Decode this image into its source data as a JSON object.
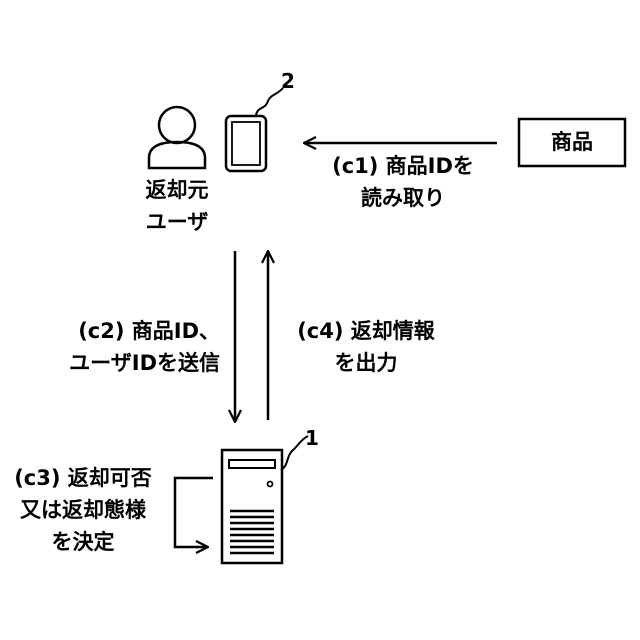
{
  "product_box_label": "商品",
  "user_label": [
    "返却元",
    "ユーザ"
  ],
  "device_ref_number": "2",
  "server_ref_number": "1",
  "steps": {
    "c1": [
      "(c1) 商品IDを",
      "読み取り"
    ],
    "c2": [
      "(c2) 商品ID、",
      "ユーザIDを送信"
    ],
    "c3": [
      "(c3) 返却可否",
      "又は返却態様",
      "を決定"
    ],
    "c4": [
      "(c4) 返却情報",
      "を出力"
    ]
  }
}
